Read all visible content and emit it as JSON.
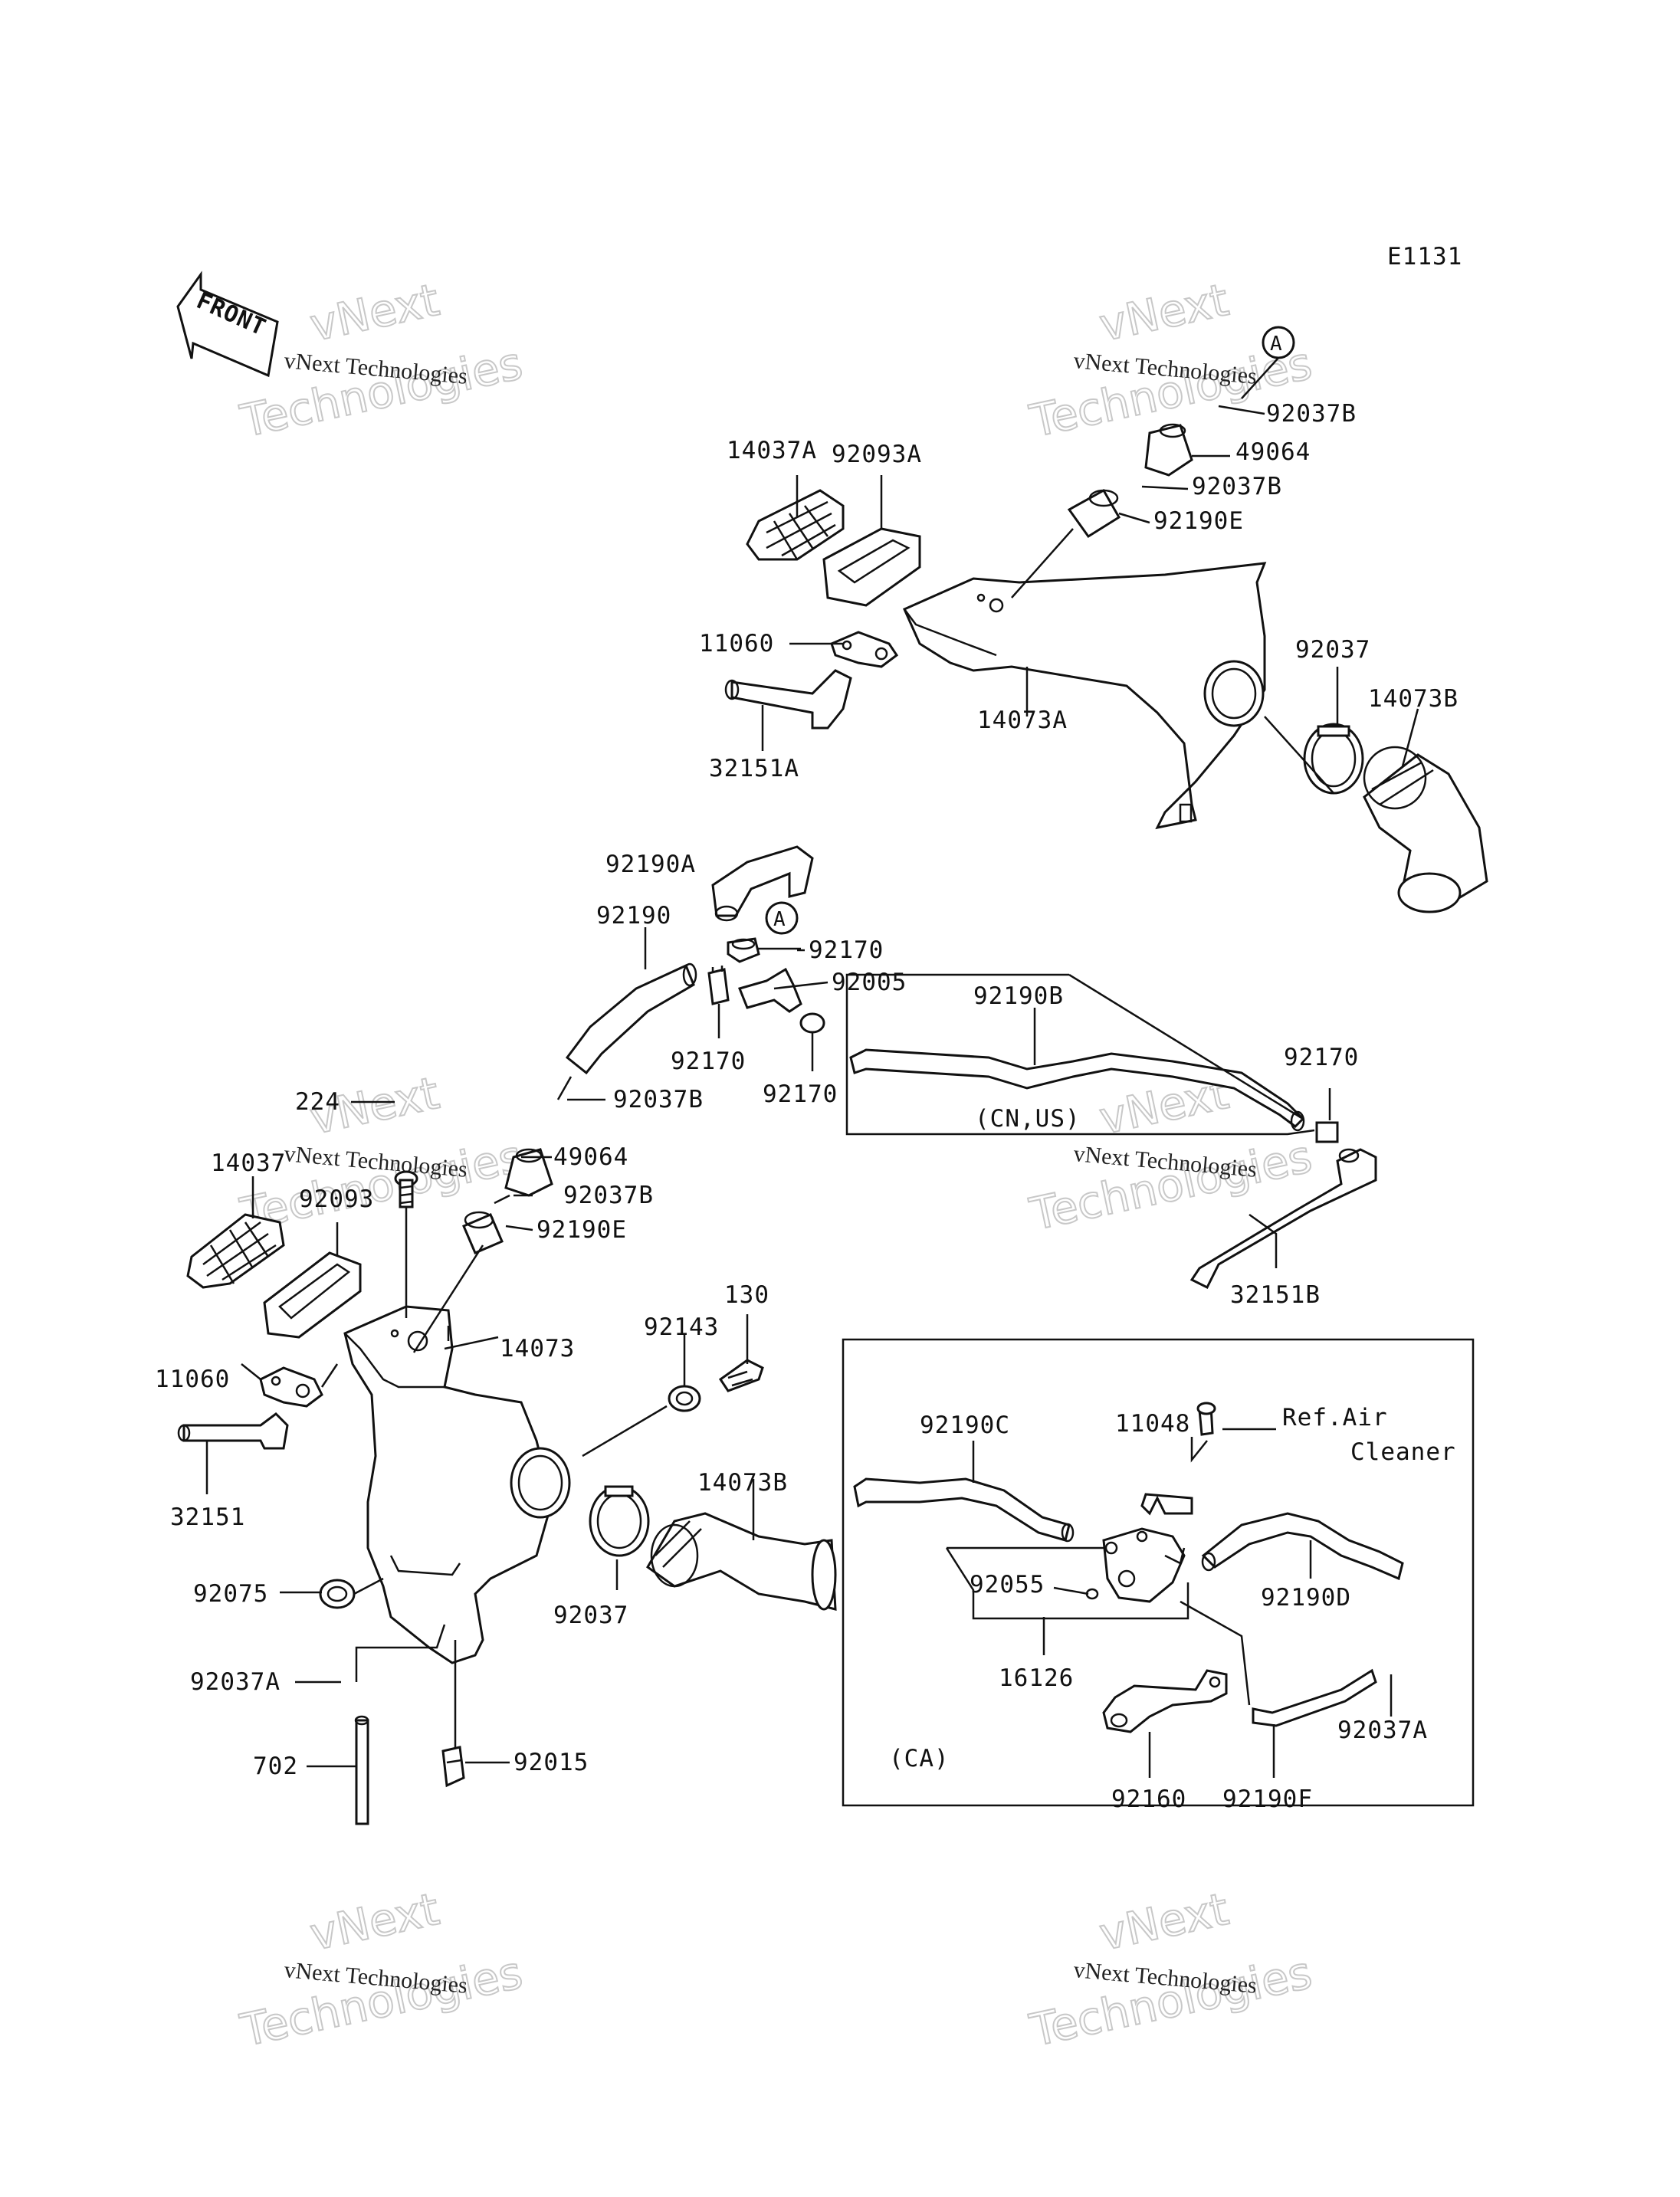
{
  "diagram_code": "E1131",
  "front_arrow": "FRONT",
  "watermark": {
    "line1": "vNext Technologies",
    "line2": "vNext",
    "line3": "Technologies"
  },
  "callout_a": "A",
  "labels": {
    "p14037A": "14037A",
    "p92093A": "92093A",
    "p92037B_1": "92037B",
    "p49064_1": "49064",
    "p92037B_2": "92037B",
    "p92190E_1": "92190E",
    "p11060_1": "11060",
    "p14073A": "14073A",
    "p32151A": "32151A",
    "p92037_1": "92037",
    "p14073B_1": "14073B",
    "p92190A": "92190A",
    "p92190": "92190",
    "p92170_1": "92170",
    "p92005": "92005",
    "p92170_2": "92170",
    "p92170_3": "92170",
    "p92190B": "92190B",
    "p92170_4": "92170",
    "cn_us": "(CN,US)",
    "p32151B": "32151B",
    "p224": "224",
    "p92037B_3": "92037B",
    "p14037": "14037",
    "p49064_2": "49064",
    "p92093": "92093",
    "p92037B_4": "92037B",
    "p92190E_2": "92190E",
    "p14073": "14073",
    "p130": "130",
    "p92143": "92143",
    "p11060_2": "11060",
    "p32151": "32151",
    "p14073B_2": "14073B",
    "p92075": "92075",
    "p92037_2": "92037",
    "p92037A_1": "92037A",
    "p702": "702",
    "p92015": "92015",
    "p92190C": "92190C",
    "p11048": "11048",
    "ref_air": "Ref.Air",
    "cleaner": "Cleaner",
    "p92055": "92055",
    "p92190D": "92190D",
    "p16126": "16126",
    "p92037A_2": "92037A",
    "ca": "(CA)",
    "p92160": "92160",
    "p92190F": "92190F"
  }
}
